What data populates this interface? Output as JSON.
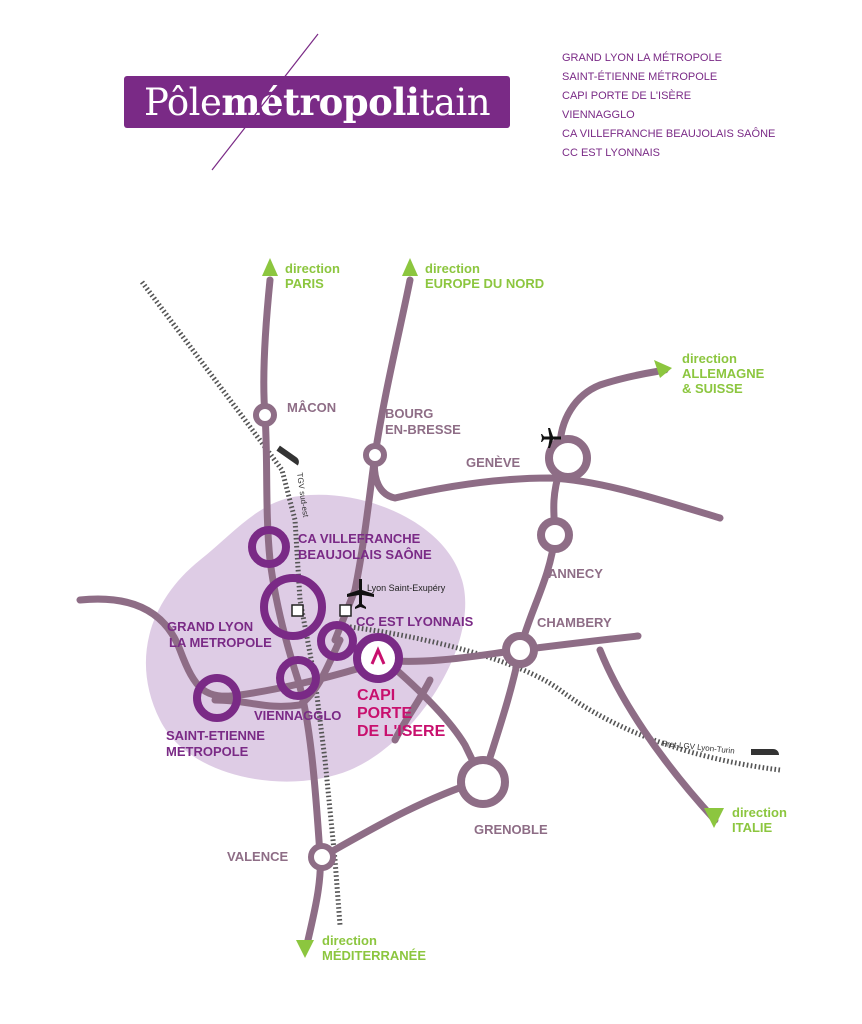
{
  "logo": {
    "part1": "Pôle",
    "part2": "métropoli",
    "part3": "tain"
  },
  "members": [
    "GRAND LYON LA MÉTROPOLE",
    "SAINT-ÉTIENNE MÉTROPOLE",
    "CAPI PORTE DE L'ISÈRE",
    "VIENNAGGLO",
    "CA VILLEFRANCHE BEAUJOLAIS SAÔNE",
    "CC EST LYONNAIS"
  ],
  "directions": {
    "word": "direction",
    "paris": "PARIS",
    "europe_nord": "EUROPE DU NORD",
    "allemagne": [
      "ALLEMAGNE",
      "& SUISSE"
    ],
    "italie": "ITALIE",
    "mediterranee": "MÉDITERRANÉE"
  },
  "cities": {
    "macon": "MÂCON",
    "bourg": [
      "BOURG",
      "EN-BRESSE"
    ],
    "geneve": "GENÈVE",
    "annecy": "ANNECY",
    "chambery": "CHAMBERY",
    "grenoble": "GRENOBLE",
    "valence": "VALENCE"
  },
  "areas": {
    "villefranche": [
      "CA VILLEFRANCHE",
      "BEAUJOLAIS SAÔNE"
    ],
    "grand_lyon": [
      "GRAND LYON",
      "LA METROPOLE"
    ],
    "est_lyonnais": "CC EST LYONNAIS",
    "capi": [
      "CAPI",
      "PORTE",
      "DE L'ISERE"
    ],
    "viennagglo": "VIENNAGGLO",
    "saint_etienne": [
      "SAINT-ETIENNE",
      "METROPOLE"
    ]
  },
  "small_labels": {
    "airport": "Lyon Saint-Exupéry",
    "tgv": "TGV sud-est",
    "fret": "Fret-LGV Lyon-Turin"
  },
  "colors": {
    "purple": "#7a2a86",
    "road": "#8e6d86",
    "green": "#8cc63f",
    "capi_pink": "#c8106e",
    "zone": "#dac6e2"
  }
}
